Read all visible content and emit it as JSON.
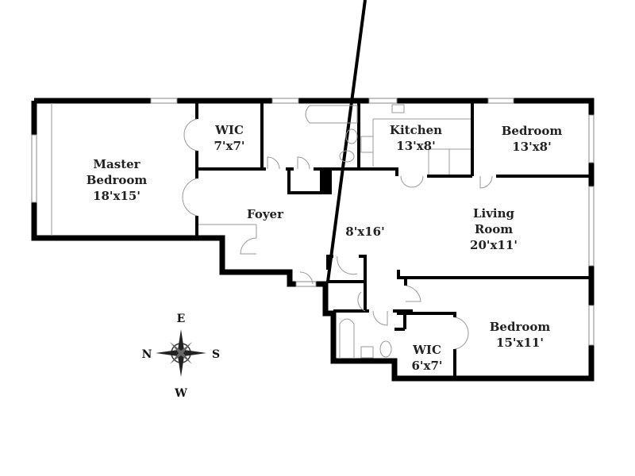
{
  "rooms": {
    "master": {
      "name1": "Master",
      "name2": "Bedroom",
      "size": "18'x15'"
    },
    "wic1": {
      "name": "WIC",
      "size": "7'x7'"
    },
    "kitchen": {
      "name": "Kitchen",
      "size": "13'x8'"
    },
    "bedroom_top": {
      "name": "Bedroom",
      "size": "13'x8'"
    },
    "foyer": {
      "name": "Foyer",
      "size": "8'x16'"
    },
    "living": {
      "name1": "Living",
      "name2": "Room",
      "size": "20'x11'"
    },
    "bedroom_bottom": {
      "name": "Bedroom",
      "size": "15'x11'"
    },
    "wic2": {
      "name": "WIC",
      "size": "6'x7'"
    }
  },
  "compass": {
    "top": "E",
    "bottom": "W",
    "left": "N",
    "right": "S"
  },
  "colors": {
    "wall": "#000000",
    "fixture": "#999999"
  }
}
